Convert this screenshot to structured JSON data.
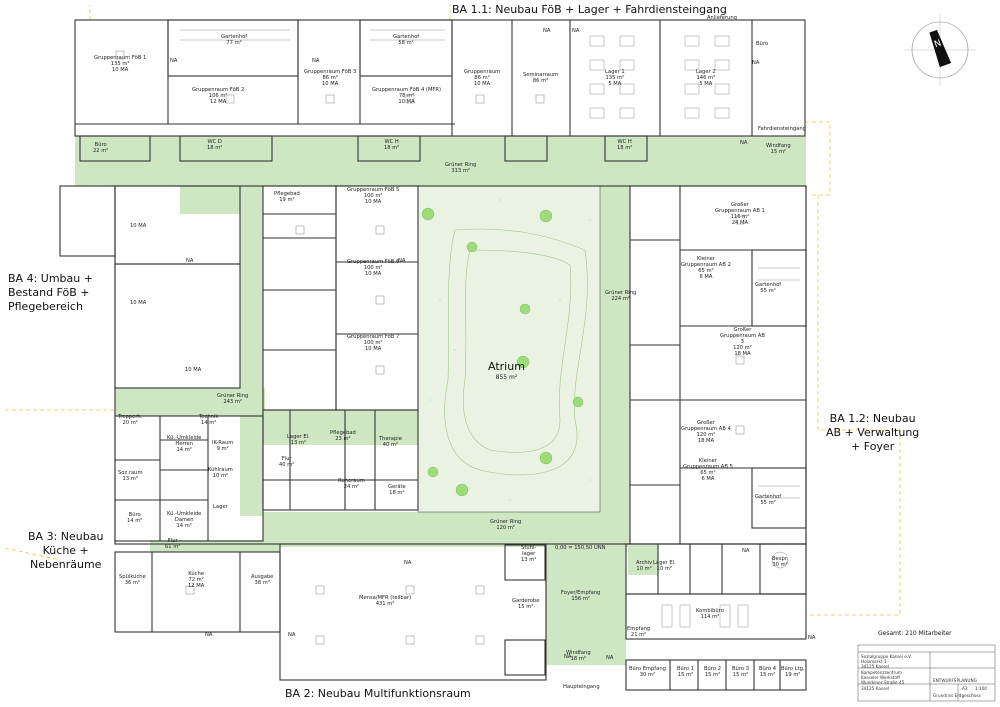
{
  "section_labels": {
    "ba11": "BA 1.1: Neubau FöB + Lager + Fahrdiensteingang",
    "ba4": [
      "BA 4: Umbau +",
      "Bestand FöB +",
      "Pflegebereich"
    ],
    "ba12": [
      "BA 1.2: Neubau",
      "AB + Verwaltung",
      "+ Foyer"
    ],
    "ba3": [
      "BA 3: Neubau",
      "Küche +",
      "Nebenräume"
    ],
    "ba2": "BA 2: Neubau Multifunktionsraum"
  },
  "atrium": {
    "name": "Atrium",
    "area": "855 m²"
  },
  "rooms": [
    {
      "id": "gr-foeb-1",
      "lines": [
        "Gruppenraum FöB 1",
        "135 m²",
        "10 MA"
      ]
    },
    {
      "id": "gartenhof-1",
      "lines": [
        "Gartenhof",
        "77 m²"
      ]
    },
    {
      "id": "gr-foeb-2",
      "lines": [
        "Gruppenraum FöB 2",
        "106 m²",
        "12 MA"
      ]
    },
    {
      "id": "gr-foeb-3",
      "lines": [
        "Gruppenraum FöB 3",
        "86 m²",
        "10 MA"
      ]
    },
    {
      "id": "gartenhof-2",
      "lines": [
        "Gartenhof",
        "58 m²"
      ]
    },
    {
      "id": "gr-foeb-4",
      "lines": [
        "Gruppenraum FöB 4 (MFR)",
        "78 m²",
        "10 MA"
      ]
    },
    {
      "id": "gruppenraum",
      "lines": [
        "Gruppenraum",
        "86 m²",
        "10 MA"
      ]
    },
    {
      "id": "seminarraum",
      "lines": [
        "Seminarraum",
        "86 m²"
      ]
    },
    {
      "id": "lager-1",
      "lines": [
        "Lager 1",
        "135 m²",
        "5 MA"
      ]
    },
    {
      "id": "lager-2",
      "lines": [
        "Lager 2",
        "146 m²",
        "5 MA"
      ]
    },
    {
      "id": "anlieferung",
      "lines": [
        "Anlieferung"
      ]
    },
    {
      "id": "buero-top",
      "lines": [
        "Büro"
      ]
    },
    {
      "id": "buero-22",
      "lines": [
        "Büro",
        "22 m²"
      ]
    },
    {
      "id": "wc-d-1",
      "lines": [
        "WC D",
        "18 m²"
      ]
    },
    {
      "id": "wc-h-1",
      "lines": [
        "WC H",
        "18 m²"
      ]
    },
    {
      "id": "wc-h-2",
      "lines": [
        "WC H",
        "18 m²"
      ]
    },
    {
      "id": "fahrdienst",
      "lines": [
        "Fahrdiensteingang"
      ]
    },
    {
      "id": "windfang-top",
      "lines": [
        "Windfang",
        "15 m²"
      ]
    },
    {
      "id": "gruener-ring-313",
      "lines": [
        "Grüner Ring",
        "313 m²"
      ]
    },
    {
      "id": "pflegebad",
      "lines": [
        "Pflegebad",
        "19 m²"
      ]
    },
    {
      "id": "gr-foeb-5",
      "lines": [
        "Gruppenraum FöB 5",
        "100 m²",
        "10 MA"
      ]
    },
    {
      "id": "gr-foeb-6",
      "lines": [
        "Gruppenraum FöB 6",
        "100 m²",
        "10 MA"
      ]
    },
    {
      "id": "gr-foeb-7",
      "lines": [
        "Gruppenraum FöB 7",
        "100 m²",
        "10 MA"
      ]
    },
    {
      "id": "bestand-10ma-1",
      "lines": [
        "10 MA"
      ]
    },
    {
      "id": "bestand-10ma-2",
      "lines": [
        "10 MA"
      ]
    },
    {
      "id": "bestand-10ma-3",
      "lines": [
        "10 MA"
      ]
    },
    {
      "id": "gruener-ring-243",
      "lines": [
        "Grüner Ring",
        "243 m²"
      ]
    },
    {
      "id": "gruener-ring-224",
      "lines": [
        "Grüner Ring",
        "224 m²"
      ]
    },
    {
      "id": "gr-ab-1",
      "lines": [
        "Großer",
        "Gruppenraum AB 1",
        "116 m²",
        "24 MA"
      ]
    },
    {
      "id": "gr-ab-2",
      "lines": [
        "Kleiner",
        "Gruppenraum AB 2",
        "65 m²",
        "6 MA"
      ]
    },
    {
      "id": "gartenhof-3",
      "lines": [
        "Gartenhof",
        "55 m²"
      ]
    },
    {
      "id": "gr-ab-3",
      "lines": [
        "Großer",
        "Gruppenraum AB",
        "3",
        "120 m²",
        "18 MA"
      ]
    },
    {
      "id": "gr-ab-4",
      "lines": [
        "Großer",
        "Gruppenraum AB 4",
        "120 m²",
        "18 MA"
      ]
    },
    {
      "id": "gr-ab-5",
      "lines": [
        "Kleiner",
        "Gruppenraum AB 5",
        "65 m²",
        "6 MA"
      ]
    },
    {
      "id": "gartenhof-4",
      "lines": [
        "Gartenhof",
        "55 m²"
      ]
    },
    {
      "id": "trepperh",
      "lines": [
        "Trepperh.",
        "20 m²"
      ]
    },
    {
      "id": "technik",
      "lines": [
        "Technik",
        "14 m²"
      ]
    },
    {
      "id": "ku-umkleide-herren",
      "lines": [
        "Kü.-Umkleide",
        "Herren",
        "14 m²"
      ]
    },
    {
      "id": "ku-umkleide-damen",
      "lines": [
        "Kü.-Umkleide",
        "Damen",
        "14 m²"
      ]
    },
    {
      "id": "ik-raum",
      "lines": [
        "IK-Raum",
        "9 m²"
      ]
    },
    {
      "id": "kuehlraum",
      "lines": [
        "Kühlraum",
        "10 m²"
      ]
    },
    {
      "id": "lager-kitchen",
      "lines": [
        "Lager"
      ]
    },
    {
      "id": "sozraum",
      "lines": [
        "Soz.raum",
        "13 m²"
      ]
    },
    {
      "id": "buero-14",
      "lines": [
        "Büro",
        "14 m²"
      ]
    },
    {
      "id": "flur-61",
      "lines": [
        "Flur",
        "61 m²"
      ]
    },
    {
      "id": "spuelkueche",
      "lines": [
        "Spülküche",
        "36 m²"
      ]
    },
    {
      "id": "kueche",
      "lines": [
        "Küche",
        "72 m²",
        "12 MA"
      ]
    },
    {
      "id": "ausgabe",
      "lines": [
        "Ausgabe",
        "38 m²"
      ]
    },
    {
      "id": "flur-40",
      "lines": [
        "Flur",
        "40 m²"
      ]
    },
    {
      "id": "lager-el",
      "lines": [
        "Lager El.",
        "13 m²"
      ]
    },
    {
      "id": "pflegebad-2",
      "lines": [
        "Pflegebad",
        "23 m²"
      ]
    },
    {
      "id": "therapie",
      "lines": [
        "Therapie",
        "40 m²"
      ]
    },
    {
      "id": "ruheraum",
      "lines": [
        "Ruheraum",
        "24 m²"
      ]
    },
    {
      "id": "geraete",
      "lines": [
        "Geräte",
        "18 m²"
      ]
    },
    {
      "id": "gruener-ring-120",
      "lines": [
        "Grüner Ring",
        "120 m²"
      ]
    },
    {
      "id": "mensa",
      "lines": [
        "Mensa/MFR (teilbar)",
        "431 m²"
      ]
    },
    {
      "id": "garderobe",
      "lines": [
        "Garderobe",
        "15 m²"
      ]
    },
    {
      "id": "stuhllager",
      "lines": [
        "Stuhl-",
        "lager",
        "13 m²"
      ]
    },
    {
      "id": "foyer",
      "lines": [
        "Foyer/Empfang",
        "156 m²"
      ]
    },
    {
      "id": "niveau",
      "lines": [
        "0,00 = 150,50 UNN"
      ]
    },
    {
      "id": "empfang",
      "lines": [
        "Empfang",
        "21 m²"
      ]
    },
    {
      "id": "windfang-bottom",
      "lines": [
        "Windfang",
        "18 m²"
      ]
    },
    {
      "id": "haupteingang",
      "lines": [
        "Haupteingang"
      ]
    },
    {
      "id": "archiv",
      "lines": [
        "Archiv",
        "10 m²"
      ]
    },
    {
      "id": "lager-el-2",
      "lines": [
        "Lager El.",
        "10 m²"
      ]
    },
    {
      "id": "kombibuero",
      "lines": [
        "Kombibüro",
        "114 m²"
      ]
    },
    {
      "id": "besprechung",
      "lines": [
        "Bespr.",
        "30 m²"
      ]
    },
    {
      "id": "buero-empfang",
      "lines": [
        "Büro Empfang",
        "30 m²"
      ]
    },
    {
      "id": "buero-1",
      "lines": [
        "Büro 1",
        "15 m²"
      ]
    },
    {
      "id": "buero-2",
      "lines": [
        "Büro 2",
        "15 m²"
      ]
    },
    {
      "id": "buero-3",
      "lines": [
        "Büro 3",
        "15 m²"
      ]
    },
    {
      "id": "buero-4",
      "lines": [
        "Büro 4",
        "15 m²"
      ]
    },
    {
      "id": "buero-ltg",
      "lines": [
        "Büro Ltg.",
        "19 m²"
      ]
    }
  ],
  "na_marks": [
    "NA"
  ],
  "summary": "Gesamt: 210 Mitarbeiter",
  "title_block": {
    "rows": [
      "Sozialgruppe Kassel e.V.",
      "Holzmarkt 1",
      "34125 Kassel",
      "Kompetenzzentrum",
      "Kasseler Werkstoff",
      "Wundener Straße 45",
      "34125 Kassel",
      "ENTWURFSPLANUNG",
      "Grundriss Erdgeschoss"
    ],
    "scale": "1:100",
    "sheet": "A3"
  }
}
